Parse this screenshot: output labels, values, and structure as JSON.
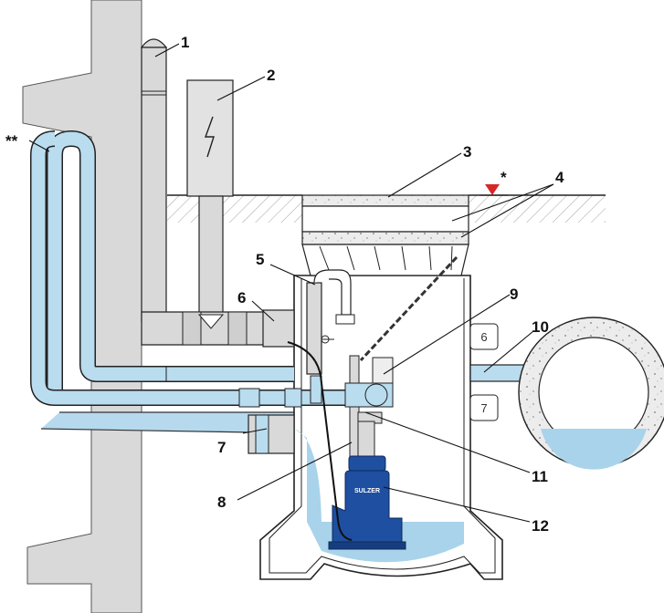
{
  "callouts": {
    "c1": "1",
    "c2": "2",
    "c3": "3",
    "c4": "4",
    "c5": "5",
    "c6": "6",
    "c7": "7",
    "c8": "8",
    "c9": "9",
    "c10": "10",
    "c11": "11",
    "c12": "12",
    "double_star": "**",
    "star": "*"
  },
  "wall_labels": {
    "w6": "6",
    "w7": "7"
  },
  "pump_brand": "SULZER",
  "colors": {
    "water": "#a9d3ea",
    "pipe": "#b9dcef",
    "pump": "#1f4fa0",
    "wall": "#d9d9d9",
    "warning_marker": "#d62828"
  }
}
